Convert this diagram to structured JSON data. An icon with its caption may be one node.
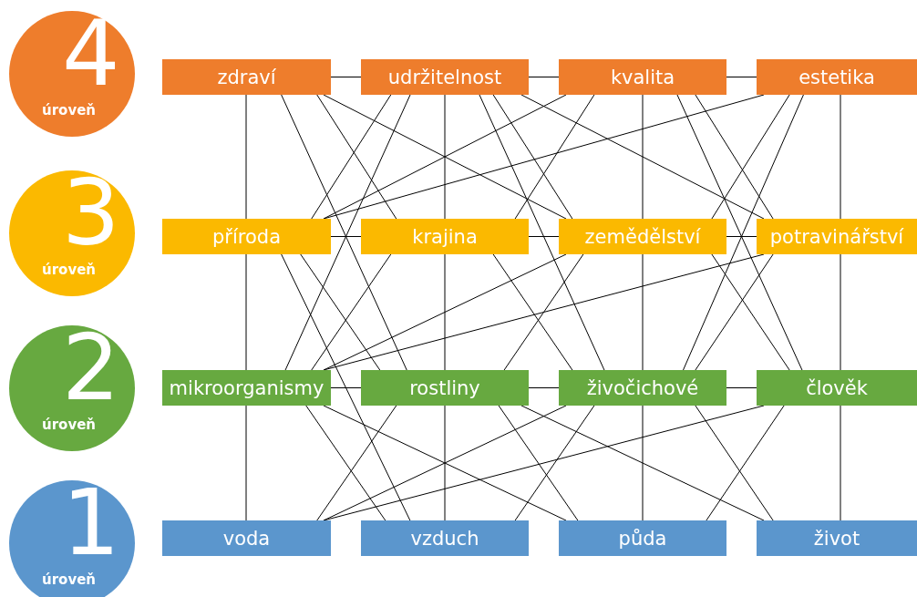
{
  "diagram": {
    "nodes": [
      {
        "text": [
          "4",
          "úroveň"
        ]
      },
      {
        "text": [
          "zdraví"
        ]
      },
      {
        "text": [
          "udržitelnost"
        ]
      },
      {
        "text": [
          "kvalita"
        ]
      },
      {
        "text": [
          "estetika"
        ]
      },
      {
        "text": [
          "3",
          "úroveň"
        ]
      },
      {
        "text": [
          "příroda"
        ]
      },
      {
        "text": [
          "krajina"
        ]
      },
      {
        "text": [
          "zemědělství"
        ]
      },
      {
        "text": [
          "potravinářství"
        ]
      },
      {
        "text": [
          "2",
          "úroveň"
        ]
      },
      {
        "text": [
          "mikroorganismy"
        ]
      },
      {
        "text": [
          "rostliny"
        ]
      },
      {
        "text": [
          "živočichové"
        ]
      },
      {
        "text": [
          "člověk"
        ]
      },
      {
        "text": [
          "1",
          "úroveň"
        ]
      },
      {
        "text": [
          "voda"
        ]
      },
      {
        "text": [
          "vzduch"
        ]
      },
      {
        "text": [
          "půda"
        ]
      },
      {
        "text": [
          "život"
        ]
      }
    ],
    "edges": [
      {
        "from": 1,
        "to": 2,
        "arrow": "none"
      },
      {
        "from": 2,
        "to": 3,
        "arrow": "none"
      },
      {
        "from": 3,
        "to": 4,
        "arrow": "none"
      },
      {
        "from": 1,
        "to": 6,
        "arrow": "none"
      },
      {
        "from": 1,
        "to": 7,
        "arrow": "none"
      },
      {
        "from": 1,
        "to": 8,
        "arrow": "none"
      },
      {
        "from": 1,
        "to": 12,
        "arrow": "none"
      },
      {
        "from": 2,
        "to": 11,
        "arrow": "none"
      },
      {
        "from": 2,
        "to": 6,
        "arrow": "none"
      },
      {
        "from": 2,
        "to": 7,
        "arrow": "none"
      },
      {
        "from": 2,
        "to": 8,
        "arrow": "none"
      },
      {
        "from": 2,
        "to": 9,
        "arrow": "none"
      },
      {
        "from": 2,
        "to": 13,
        "arrow": "none"
      },
      {
        "from": 3,
        "to": 6,
        "arrow": "none"
      },
      {
        "from": 3,
        "to": 7,
        "arrow": "none"
      },
      {
        "from": 3,
        "to": 8,
        "arrow": "none"
      },
      {
        "from": 3,
        "to": 9,
        "arrow": "none"
      },
      {
        "from": 3,
        "to": 14,
        "arrow": "none"
      },
      {
        "from": 4,
        "to": 6,
        "arrow": "none"
      },
      {
        "from": 4,
        "to": 8,
        "arrow": "none"
      },
      {
        "from": 4,
        "to": 9,
        "arrow": "none"
      },
      {
        "from": 4,
        "to": 13,
        "arrow": "none"
      },
      {
        "from": 6,
        "to": 7,
        "arrow": "none"
      },
      {
        "from": 7,
        "to": 8,
        "arrow": "none"
      },
      {
        "from": 8,
        "to": 9,
        "arrow": "none"
      },
      {
        "from": 6,
        "to": 11,
        "arrow": "none"
      },
      {
        "from": 6,
        "to": 12,
        "arrow": "none"
      },
      {
        "from": 6,
        "to": 17,
        "arrow": "none"
      },
      {
        "from": 7,
        "to": 11,
        "arrow": "none"
      },
      {
        "from": 7,
        "to": 12,
        "arrow": "none"
      },
      {
        "from": 7,
        "to": 13,
        "arrow": "none"
      },
      {
        "from": 8,
        "to": 11,
        "arrow": "none"
      },
      {
        "from": 8,
        "to": 12,
        "arrow": "none"
      },
      {
        "from": 8,
        "to": 13,
        "arrow": "none"
      },
      {
        "from": 8,
        "to": 14,
        "arrow": "none"
      },
      {
        "from": 9,
        "to": 11,
        "arrow": "none"
      },
      {
        "from": 9,
        "to": 13,
        "arrow": "none"
      },
      {
        "from": 9,
        "to": 14,
        "arrow": "none"
      },
      {
        "from": 11,
        "to": 12,
        "arrow": "none"
      },
      {
        "from": 12,
        "to": 13,
        "arrow": "none"
      },
      {
        "from": 13,
        "to": 14,
        "arrow": "none"
      },
      {
        "from": 11,
        "to": 16,
        "arrow": "none"
      },
      {
        "from": 11,
        "to": 17,
        "arrow": "none"
      },
      {
        "from": 11,
        "to": 18,
        "arrow": "none"
      },
      {
        "from": 12,
        "to": 16,
        "arrow": "none"
      },
      {
        "from": 12,
        "to": 17,
        "arrow": "none"
      },
      {
        "from": 12,
        "to": 18,
        "arrow": "none"
      },
      {
        "from": 12,
        "to": 19,
        "arrow": "none"
      },
      {
        "from": 13,
        "to": 16,
        "arrow": "none"
      },
      {
        "from": 13,
        "to": 17,
        "arrow": "none"
      },
      {
        "from": 13,
        "to": 18,
        "arrow": "none"
      },
      {
        "from": 13,
        "to": 19,
        "arrow": "none"
      },
      {
        "from": 14,
        "to": 16,
        "arrow": "none"
      },
      {
        "from": 14,
        "to": 18,
        "arrow": "none"
      },
      {
        "from": 14,
        "to": 19,
        "arrow": "none"
      }
    ]
  }
}
